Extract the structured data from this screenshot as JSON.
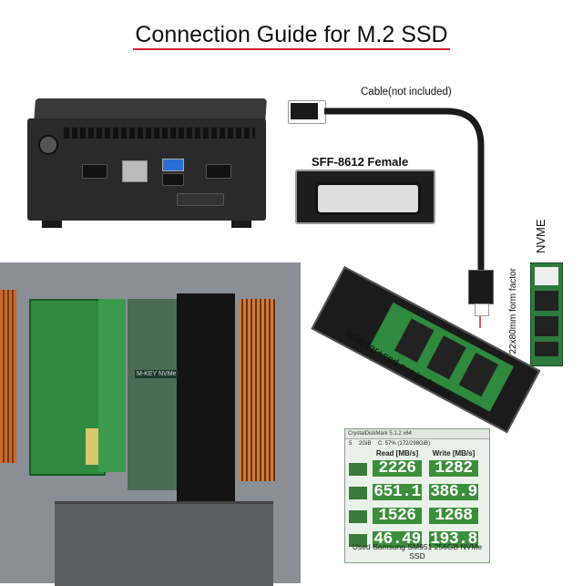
{
  "title": "Connection Guide for M.2 SSD",
  "labels": {
    "cable": "Cable(not included)",
    "connector": "SFF-8612 Female",
    "nvme": "NVME",
    "form_factor": "M.2 22x80mm form factor",
    "adapter_note": "adapter+ssd not included",
    "mkey": "M-KEY NVMe"
  },
  "benchmark": {
    "window_title": "CrystalDiskMark 5.1.2 x64",
    "tool_values": [
      "5",
      "2GiB",
      "C: 57% (172/298GiB)"
    ],
    "read_header": "Read [MB/s]",
    "write_header": "Write [MB/s]",
    "rows": [
      {
        "read": "2226",
        "write": "1282"
      },
      {
        "read": "651.1",
        "write": "386.9"
      },
      {
        "read": "1526",
        "write": "1268"
      },
      {
        "read": "46.49",
        "write": "193.8"
      }
    ],
    "footer": "Used Samsung SM951 256GB NVMe SSD"
  },
  "colors": {
    "title_underline": "#d02030",
    "pcb_green": "#2f8a3f",
    "benchmark_bar": "#3b8f3b",
    "usb_blue": "#2a6fd6"
  }
}
